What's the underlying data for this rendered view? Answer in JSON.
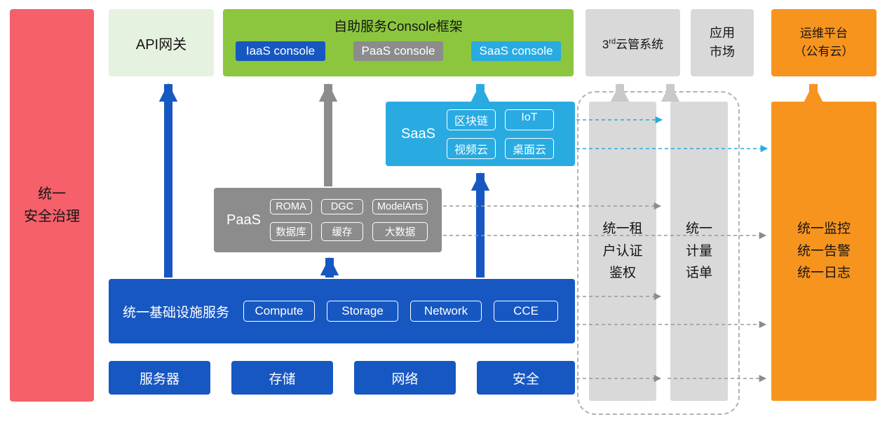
{
  "colors": {
    "red": "#F5606B",
    "green": "#8CC63F",
    "light_green": "#E6F2E0",
    "blue": "#1757C2",
    "cyan": "#29ABE2",
    "gray": "#8C8C8C",
    "light_gray": "#D9D9D9",
    "orange": "#F7941E"
  },
  "security_bar": {
    "label": "统一\n安全治理"
  },
  "api_gateway": {
    "label": "API网关"
  },
  "console_frame": {
    "title": "自助服务Console框架",
    "consoles": [
      "IaaS console",
      "PaaS console",
      "SaaS console"
    ]
  },
  "third_party": {
    "prefix": "3",
    "sup": "rd",
    "suffix": "云管系统"
  },
  "app_market": {
    "label": "应用\n市场"
  },
  "om_platform": {
    "label": "运维平台\n（公有云）"
  },
  "saas": {
    "label": "SaaS",
    "items": [
      "区块链",
      "IoT",
      "视频云",
      "桌面云"
    ]
  },
  "paas": {
    "label": "PaaS",
    "items": [
      "ROMA",
      "DGC",
      "ModelArts",
      "数据库",
      "缓存",
      "大数据"
    ]
  },
  "infrastructure": {
    "label": "统一基础设施服务",
    "items": [
      "Compute",
      "Storage",
      "Network",
      "CCE"
    ]
  },
  "hardware": {
    "items": [
      "服务器",
      "存储",
      "网络",
      "安全"
    ]
  },
  "auth_bar": {
    "label": "统一租\n户认证\n鉴权"
  },
  "metering_bar": {
    "label": "统一\n计量\n话单"
  },
  "monitor_bar": {
    "label": "统一监控\n统一告警\n统一日志"
  }
}
